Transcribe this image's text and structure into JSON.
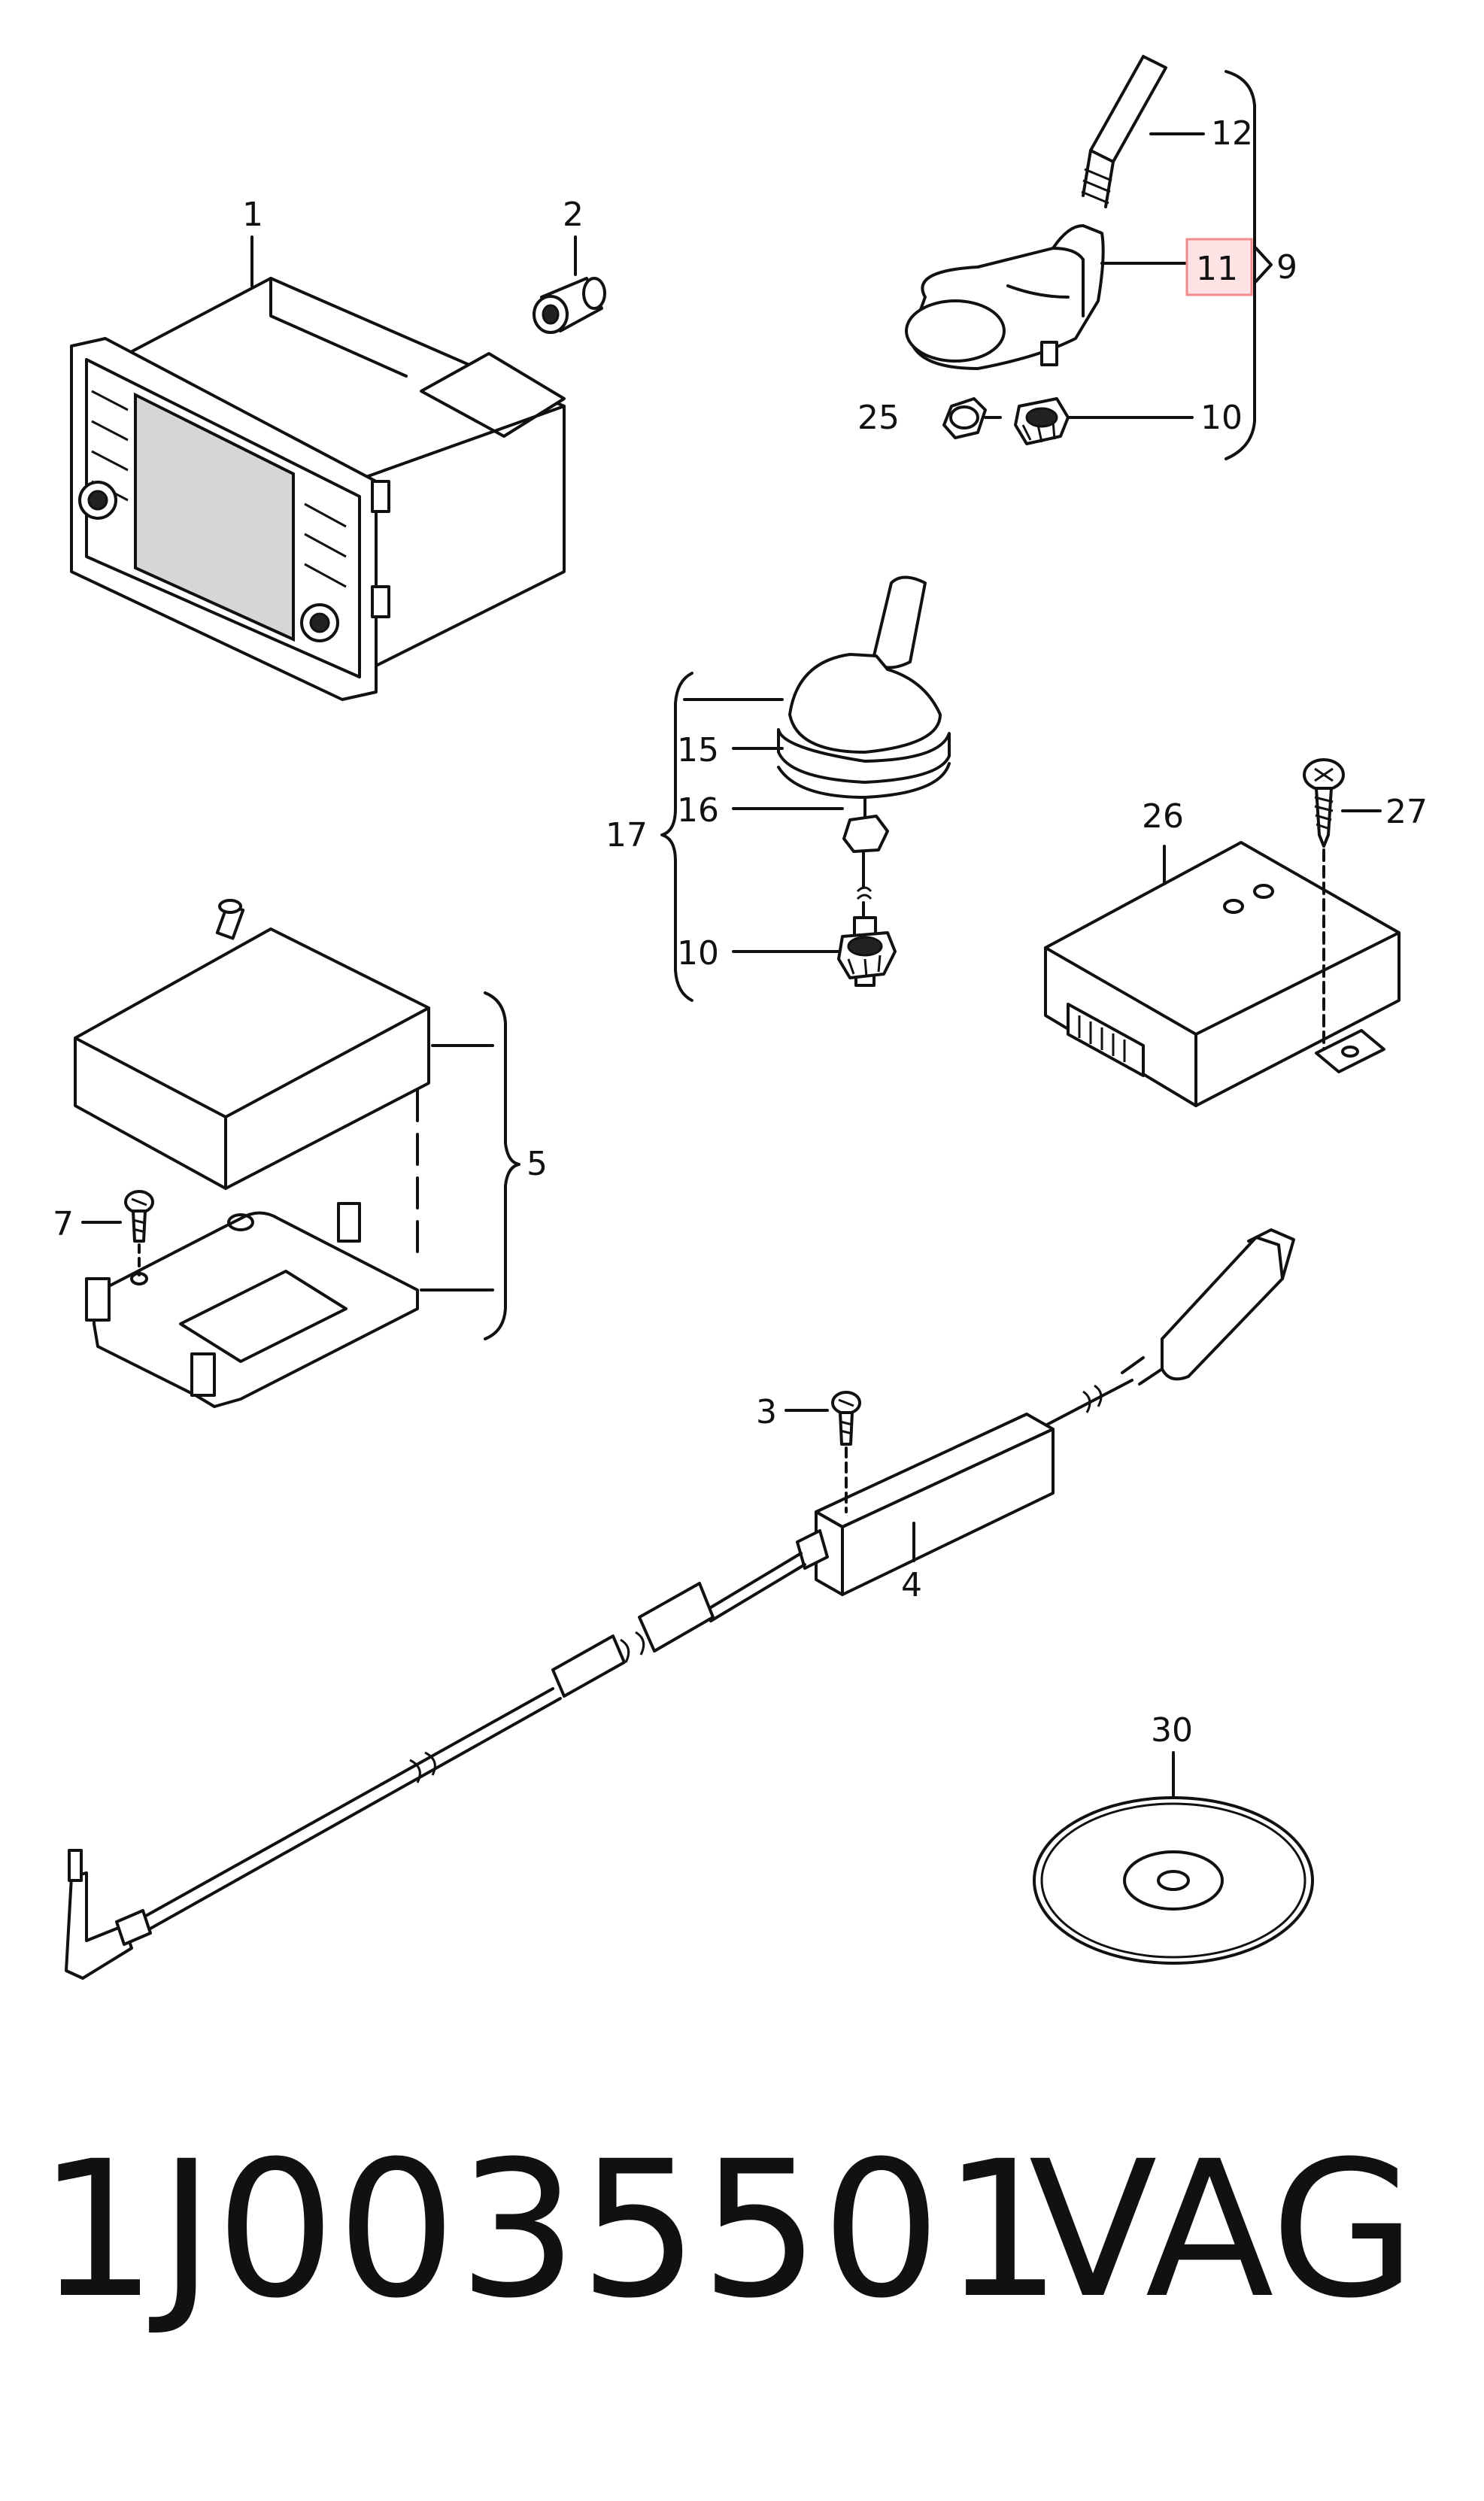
{
  "callouts": {
    "c1": "1",
    "c2": "2",
    "c3": "3",
    "c4": "4",
    "c5": "5",
    "c7": "7",
    "c9": "9",
    "c10a": "10",
    "c10b": "10",
    "c11": "11",
    "c12": "12",
    "c15": "15",
    "c16": "16",
    "c17": "17",
    "c25": "25",
    "c26": "26",
    "c27": "27",
    "c30": "30"
  },
  "highlight": {
    "callout": "11",
    "color": "#f28b8b",
    "fill": "#fde3e3"
  },
  "footer": {
    "part_number": "1J0035501",
    "brand": "VAG"
  }
}
